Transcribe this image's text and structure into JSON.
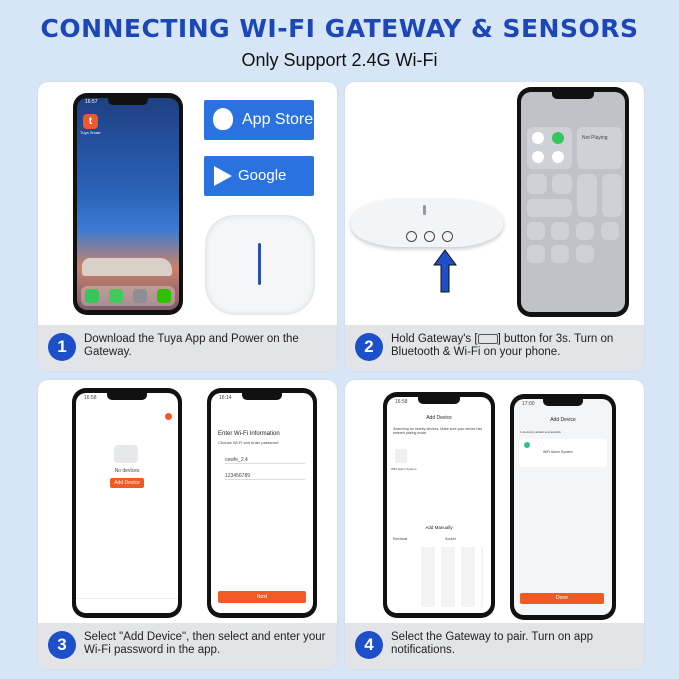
{
  "header": {
    "title": "CONNECTING WI-FI GATEWAY & SENSORS",
    "subtitle": "Only Support 2.4G Wi-Fi"
  },
  "colors": {
    "accent": "#1d4fc8",
    "background": "#d7e6f6",
    "store_blue": "#2a72e0",
    "app_orange": "#f15a24"
  },
  "stores": {
    "apple": "App Store",
    "google": "Google Play"
  },
  "phone1": {
    "time": "16:57",
    "app_label": "Tuya Smart"
  },
  "steps": [
    {
      "num": "1",
      "text": "Download the Tuya App and Power on the Gateway."
    },
    {
      "num": "2",
      "text_pre": "Hold Gateway's [",
      "text_post": "] button for 3s. Turn on Bluetooth & Wi-Fi on your phone."
    },
    {
      "num": "3",
      "text": "Select \"Add Device\", then select and enter your Wi-Fi password in the app."
    },
    {
      "num": "4",
      "text": "Select the Gateway to pair. Turn on app notifications."
    }
  ],
  "control_center": {
    "now_playing": "Not Playing"
  },
  "phone3a": {
    "time": "16:58",
    "empty_text": "No devices",
    "button": "Add Device"
  },
  "phone3b": {
    "time": "16:14",
    "heading": "Enter Wi-Fi Information",
    "sub": "Choose Wi-Fi and enter password",
    "ssid": "cewfe_2.4",
    "password": "123456789",
    "button": "Next"
  },
  "phone4a": {
    "time": "16:58",
    "heading": "Add Device",
    "searching": "Searching for nearby devices. Make sure your device has entered pairing mode.",
    "device": "WiFi Alarm System",
    "manual": "Add Manually",
    "tabs": [
      "Electrical",
      "Socket"
    ]
  },
  "phone4b": {
    "time": "17:00",
    "heading": "Add Device",
    "found": "1 device(s) added successfully",
    "device": "WiFi Alarm System",
    "button": "Done"
  }
}
